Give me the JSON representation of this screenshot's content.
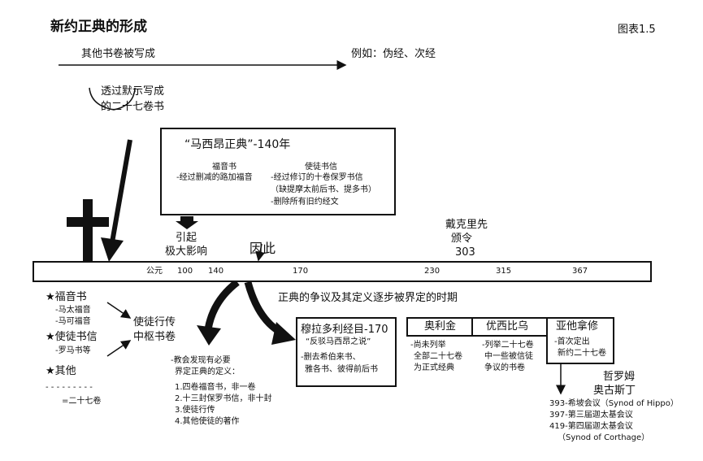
{
  "title": "新约正典的形成",
  "figure_label": "图表1.5",
  "top_arrow": {
    "left": "其他书卷被写成",
    "right": "例如：伪经、次经"
  },
  "inspired": [
    "透过默示写成",
    "的二十七卷书"
  ],
  "marcion": {
    "title": "“马西昂正典”-140年",
    "gospel_head": "福音书",
    "gospel_1": "-经过删减的路加福音",
    "epistle_head": "使徒书信",
    "epistle_1": "-经过修订的十卷保罗书信",
    "epistle_2": "（缺提摩太前后书、提多书）",
    "epistle_3": "-删除所有旧约经文"
  },
  "influence": [
    "引起",
    "极大影响"
  ],
  "therefore": "因此",
  "diocletian": [
    "戴克里先",
    "颁令",
    "303"
  ],
  "timeline": {
    "era": "公元",
    "years": [
      "100",
      "140",
      "170",
      "230",
      "315",
      "367"
    ]
  },
  "period_label": "正典的争议及其定义逐步被界定的时期",
  "left_list": {
    "gospels": "★福音书",
    "matthew": "-马太福音",
    "mark": "-马可福音",
    "epistles": "★使徒书信",
    "romans": "-罗马书等",
    "others": "★其他",
    "dashes": "- - - - - - - - -",
    "total": "=二十七卷"
  },
  "acts": [
    "使徒行传",
    "中枢书卷"
  ],
  "church": {
    "l1": "-教会发现有必要",
    "l2": "界定正典的定义：",
    "i1": "1.四卷福音书，非一卷",
    "i2": "2.十三封保罗书信，非十封",
    "i3": "3.使徒行传",
    "i4": "4.其他使徒的著作"
  },
  "muratorian": {
    "title": "穆拉多利经目-170",
    "quote": "“反驳马西昂之说”",
    "l1": "-删去希伯来书、",
    "l2": "雅各书、彼得前后书"
  },
  "origen": {
    "title": "奥利金",
    "l1": "-尚未列举",
    "l2": "全部二十七卷",
    "l3": "为正式经典"
  },
  "eusebius": {
    "title": "优西比乌",
    "l1": "-列举二十七卷",
    "l2": "中一些被信徒",
    "l3": "争议的书卷"
  },
  "athanasius": {
    "title": "亚他拿修",
    "l1": "-首次定出",
    "l2": "新约二十七卷"
  },
  "jerome_augustine": [
    "哲罗姆",
    "奥古斯丁"
  ],
  "councils": [
    "393-希坡会议（Synod of Hippo）",
    "397-第三届迦太基会议",
    "419-第四届迦太基会议",
    "（Synod of Corthage）"
  ]
}
